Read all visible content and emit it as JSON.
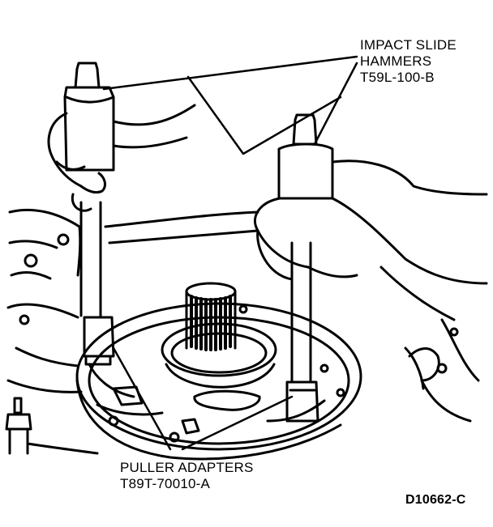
{
  "callouts": {
    "impact": {
      "line1": "IMPACT SLIDE",
      "line2": "HAMMERS",
      "line3": "T59L-100-B"
    },
    "puller": {
      "line1": "PULLER ADAPTERS",
      "line2": "T89T-70010-A"
    }
  },
  "figure_id": "D10662-C"
}
